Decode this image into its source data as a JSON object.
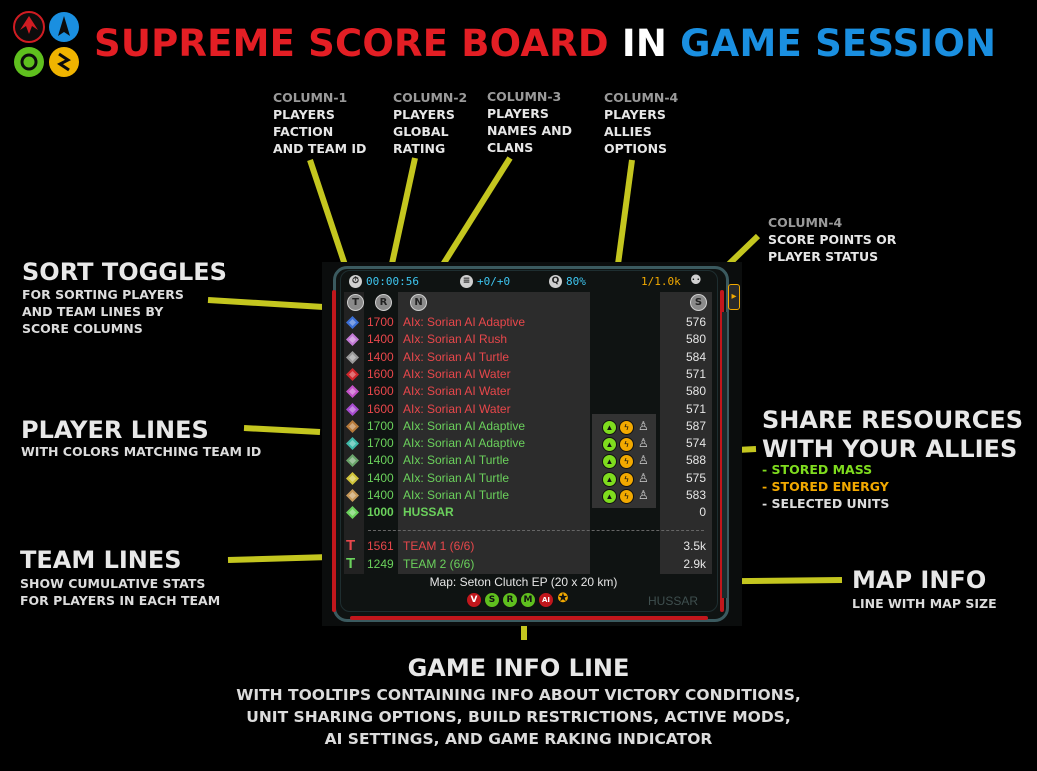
{
  "header": {
    "title_part1": "SUPREME SCORE BOARD",
    "title_part2": "IN",
    "title_part3": "GAME SESSION",
    "faction_icons": [
      "cybran-icon",
      "uef-icon",
      "aeon-icon",
      "seraphim-icon"
    ]
  },
  "columns": [
    {
      "id": "COLUMN-1",
      "lines": [
        "PLAYERS",
        "FACTION",
        "AND TEAM ID"
      ]
    },
    {
      "id": "COLUMN-2",
      "lines": [
        "PLAYERS",
        "GLOBAL",
        "RATING"
      ]
    },
    {
      "id": "COLUMN-3",
      "lines": [
        "PLAYERS",
        "NAMES AND",
        "CLANS"
      ]
    },
    {
      "id": "COLUMN-4",
      "lines": [
        "PLAYERS",
        "ALLIES",
        "OPTIONS"
      ]
    },
    {
      "id": "COLUMN-4",
      "lines": [
        "SCORE POINTS OR",
        "PLAYER STATUS"
      ]
    }
  ],
  "annotations": {
    "sort": {
      "title": "SORT TOGGLES",
      "lines": [
        "FOR SORTING PLAYERS",
        "AND TEAM  LINES BY",
        "SCORE COLUMNS"
      ]
    },
    "player": {
      "title": "PLAYER  LINES",
      "lines": [
        "WITH COLORS MATCHING TEAM ID"
      ]
    },
    "team": {
      "title": "TEAM LINES",
      "lines": [
        "SHOW CUMULATIVE STATS",
        "FOR PLAYERS IN EACH TEAM"
      ]
    },
    "share": {
      "title1": "SHARE RESOURCES",
      "title2": "WITH YOUR ALLIES",
      "mass": "- STORED MASS",
      "energy": "- STORED ENERGY",
      "units": "- SELECTED UNITS",
      "mass_color": "#7fdc1e",
      "energy_color": "#f2a900"
    },
    "map": {
      "title": "MAP INFO",
      "lines": [
        "LINE WITH MAP SIZE"
      ]
    },
    "game": {
      "title": "GAME  INFO  LINE",
      "lines": [
        "WITH TOOLTIPS CONTAINING INFO ABOUT VICTORY CONDITIONS,",
        "UNIT SHARING OPTIONS, BUILD RESTRICTIONS, ACTIVE MODS,",
        "AI SETTINGS, AND GAME RAKING INDICATOR"
      ]
    }
  },
  "scoreboard": {
    "time": "00:00:56",
    "resources": "+0/+0",
    "quality": "80%",
    "units": "1/1.0k",
    "sort_toggles": [
      "T",
      "R",
      "N",
      "S"
    ],
    "players": [
      {
        "rating": "1700",
        "name": "AIx: Sorian AI Adaptive",
        "score": "576",
        "team": "red",
        "faction_color": "#3b6fd6",
        "share": false
      },
      {
        "rating": "1400",
        "name": "AIx: Sorian AI Rush",
        "score": "580",
        "team": "red",
        "faction_color": "#c47ad6",
        "share": false
      },
      {
        "rating": "1400",
        "name": "AIx: Sorian AI Turtle",
        "score": "584",
        "team": "red",
        "faction_color": "#9a9a9a",
        "share": false
      },
      {
        "rating": "1600",
        "name": "AIx: Sorian AI Water",
        "score": "571",
        "team": "red",
        "faction_color": "#d0272c",
        "share": false
      },
      {
        "rating": "1600",
        "name": "AIx: Sorian AI Water",
        "score": "580",
        "team": "red",
        "faction_color": "#c452c8",
        "share": false
      },
      {
        "rating": "1600",
        "name": "AIx: Sorian AI Water",
        "score": "571",
        "team": "red",
        "faction_color": "#a84bd0",
        "share": false
      },
      {
        "rating": "1700",
        "name": "AIx: Sorian AI Adaptive",
        "score": "587",
        "team": "green",
        "faction_color": "#b87a3a",
        "share": true
      },
      {
        "rating": "1700",
        "name": "AIx: Sorian AI Adaptive",
        "score": "574",
        "team": "green",
        "faction_color": "#3fb9a8",
        "share": true
      },
      {
        "rating": "1400",
        "name": "AIx: Sorian AI Turtle",
        "score": "588",
        "team": "green",
        "faction_color": "#6aa46a",
        "share": true
      },
      {
        "rating": "1400",
        "name": "AIx: Sorian AI Turtle",
        "score": "575",
        "team": "green",
        "faction_color": "#d0c43a",
        "share": true
      },
      {
        "rating": "1400",
        "name": "AIx: Sorian AI Turtle",
        "score": "583",
        "team": "green",
        "faction_color": "#c89a5a",
        "share": true
      },
      {
        "rating": "1000",
        "name": "HUSSAR",
        "score": "0",
        "team": "green",
        "faction_color": "#6bd15c",
        "share": false,
        "bold": true
      }
    ],
    "teams": [
      {
        "rating": "1561",
        "name": "TEAM 1 (6/6)",
        "score": "3.5k",
        "team": "red"
      },
      {
        "rating": "1249",
        "name": "TEAM 2 (6/6)",
        "score": "2.9k",
        "team": "green"
      }
    ],
    "map_info": "Map: Seton Clutch EP (20 x 20 km)",
    "game_info_icons": [
      "V",
      "S",
      "R",
      "M",
      "AI",
      "medal"
    ],
    "player_name": "HUSSAR"
  },
  "colors": {
    "red_team": "#e8474b",
    "green_team": "#6bd15c",
    "pointer": "#c4c61f",
    "accent_red": "#e31e24",
    "accent_blue": "#1a8fe0"
  }
}
